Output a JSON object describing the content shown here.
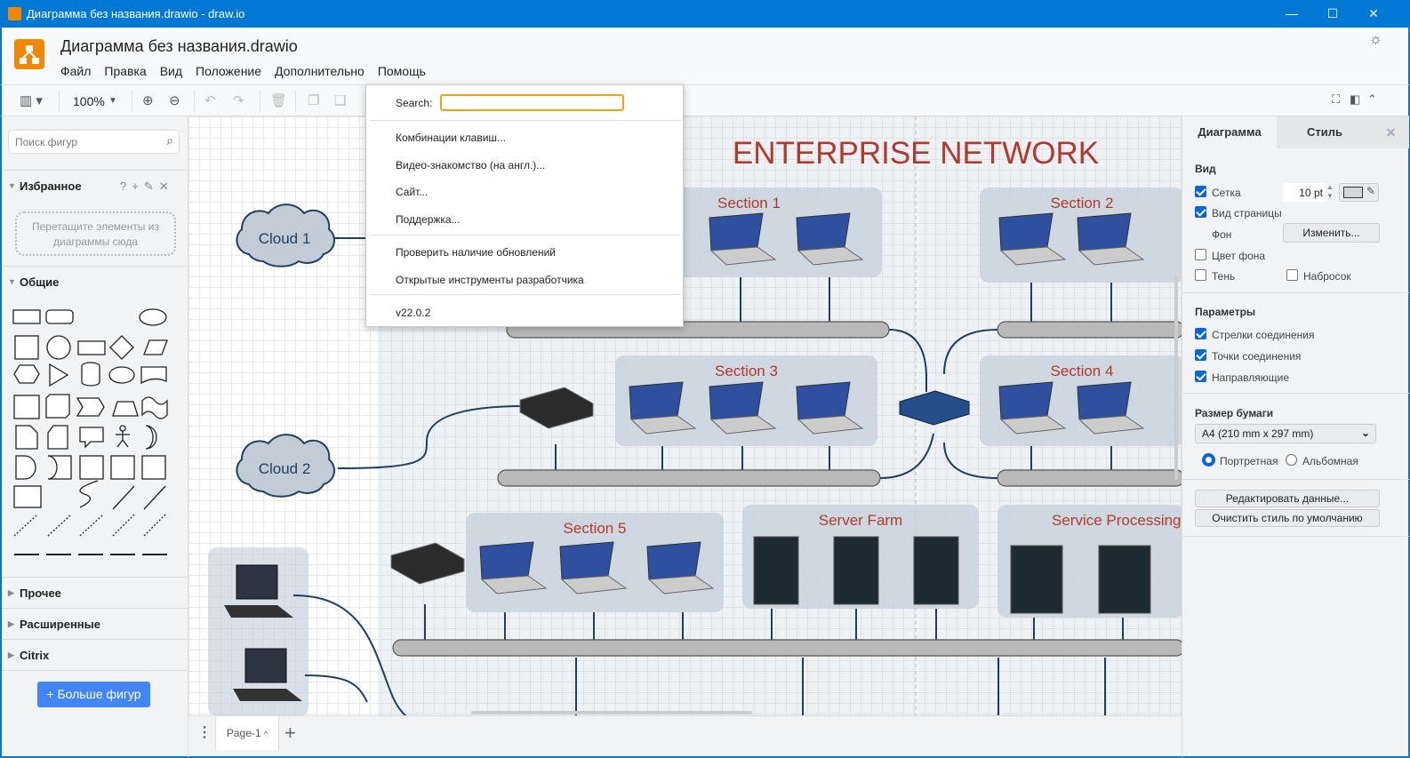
{
  "window": {
    "title": "Диаграмма без названия.drawio - draw.io",
    "minimize": "—",
    "maximize": "☐",
    "close": "✕"
  },
  "header": {
    "doc_title": "Диаграмма без названия.drawio",
    "menus": [
      "Файл",
      "Правка",
      "Вид",
      "Положение",
      "Дополнительно",
      "Помощь"
    ]
  },
  "toolbar": {
    "zoom": "100%"
  },
  "sidebar": {
    "search_placeholder": "Поиск фигур",
    "favorites": "Избранное",
    "favorites_tools": [
      "?",
      "+",
      "✎",
      "✕"
    ],
    "favorites_drop": "Перетащите элементы из диаграммы сюда",
    "general": "Общие",
    "sections": [
      "Прочее",
      "Расширенные",
      "Citrix"
    ],
    "more_shapes": "+ Больше фигур"
  },
  "help_menu": {
    "search_label": "Search:",
    "search_value": "",
    "items": [
      "Комбинации клавиш...",
      "Видео-знакомство (на англ.)...",
      "Сайт...",
      "Поддержка..."
    ],
    "items2": [
      "Проверить наличие обновлений",
      "Открытые инструменты разработчика"
    ],
    "version": "v22.0.2"
  },
  "diagram": {
    "title": "ENTERPRISE NETWORK",
    "title_color": "#b03a2e",
    "clouds": [
      "Cloud 1",
      "Cloud 2"
    ],
    "groups": [
      "Section 1",
      "Section 2",
      "Section 3",
      "Section 4",
      "Section 5",
      "Server Farm",
      "Service Processing"
    ]
  },
  "pages": {
    "current": "Page-1",
    "add": "+"
  },
  "format_panel": {
    "tabs": [
      "Диаграмма",
      "Стиль"
    ],
    "close": "✕",
    "view_heading": "Вид",
    "grid": {
      "label": "Сетка",
      "checked": true,
      "size": "10 pt"
    },
    "page_view": {
      "label": "Вид страницы",
      "checked": true
    },
    "background_label": "Фон",
    "change_button": "Изменить...",
    "bg_color": {
      "label": "Цвет фона",
      "checked": false
    },
    "shadow": {
      "label": "Тень",
      "checked": false
    },
    "sketch": {
      "label": "Набросок",
      "checked": false
    },
    "options_heading": "Параметры",
    "options": [
      {
        "label": "Стрелки соединения",
        "checked": true
      },
      {
        "label": "Точки соединения",
        "checked": true
      },
      {
        "label": "Направляющие",
        "checked": true
      }
    ],
    "paper_heading": "Размер бумаги",
    "paper_size": "A4 (210 mm x 297 mm)",
    "orientation": {
      "portrait": "Портретная",
      "landscape": "Альбомная",
      "selected": "portrait"
    },
    "edit_data": "Редактировать данные...",
    "clear_style": "Очистить стиль по умолчанию"
  },
  "accent": "#0078d4"
}
